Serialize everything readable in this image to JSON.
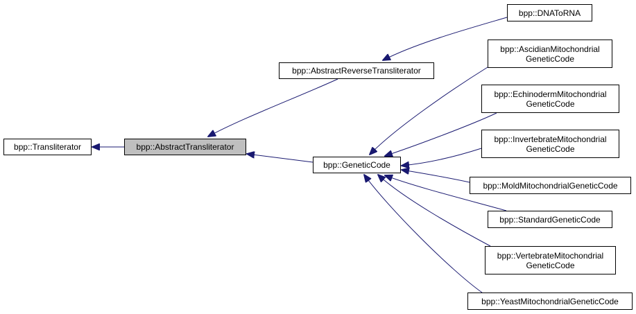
{
  "diagram": {
    "type": "inheritance-graph",
    "edge_color": "#191970",
    "highlight_color": "#bfbfbf",
    "nodes": {
      "transliterator": {
        "lines": [
          "bpp::Transliterator"
        ]
      },
      "abstract_transliterator": {
        "lines": [
          "bpp::AbstractTransliterator"
        ],
        "highlighted": true
      },
      "abstract_reverse": {
        "lines": [
          "bpp::AbstractReverseTransliterator"
        ]
      },
      "genetic_code": {
        "lines": [
          "bpp::GeneticCode"
        ]
      },
      "dna_to_rna": {
        "lines": [
          "bpp::DNAToRNA"
        ]
      },
      "ascidian": {
        "lines": [
          "bpp::AscidianMitochondrial",
          "GeneticCode"
        ]
      },
      "echinoderm": {
        "lines": [
          "bpp::EchinodermMitochondrial",
          "GeneticCode"
        ]
      },
      "invertebrate": {
        "lines": [
          "bpp::InvertebrateMitochondrial",
          "GeneticCode"
        ]
      },
      "mold": {
        "lines": [
          "bpp::MoldMitochondrialGeneticCode"
        ]
      },
      "standard": {
        "lines": [
          "bpp::StandardGeneticCode"
        ]
      },
      "vertebrate": {
        "lines": [
          "bpp::VertebrateMitochondrial",
          "GeneticCode"
        ]
      },
      "yeast": {
        "lines": [
          "bpp::YeastMitochondrialGeneticCode"
        ]
      }
    },
    "edges": [
      {
        "from": "abstract_transliterator",
        "to": "transliterator"
      },
      {
        "from": "abstract_reverse",
        "to": "abstract_transliterator"
      },
      {
        "from": "genetic_code",
        "to": "abstract_transliterator"
      },
      {
        "from": "dna_to_rna",
        "to": "abstract_reverse"
      },
      {
        "from": "ascidian",
        "to": "genetic_code"
      },
      {
        "from": "echinoderm",
        "to": "genetic_code"
      },
      {
        "from": "invertebrate",
        "to": "genetic_code"
      },
      {
        "from": "mold",
        "to": "genetic_code"
      },
      {
        "from": "standard",
        "to": "genetic_code"
      },
      {
        "from": "vertebrate",
        "to": "genetic_code"
      },
      {
        "from": "yeast",
        "to": "genetic_code"
      }
    ]
  }
}
